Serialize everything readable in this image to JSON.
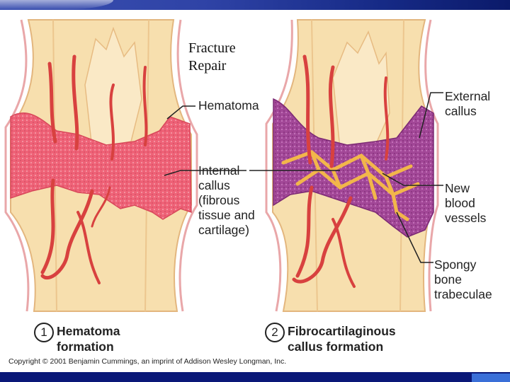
{
  "slide": {
    "title_line1": "Fracture",
    "title_line2": "Repair"
  },
  "labels": {
    "hematoma": "Hematoma",
    "internal_callus": [
      "Internal",
      "callus",
      "(fibrous",
      "tissue and",
      "cartilage)"
    ],
    "external_callus": [
      "External",
      "callus"
    ],
    "new_blood_vessels": [
      "New",
      "blood",
      "vessels"
    ],
    "spongy_bone": [
      "Spongy",
      "bone",
      "trabeculae"
    ]
  },
  "steps": [
    {
      "number": "1",
      "title_line1": "Hematoma",
      "title_line2": "formation"
    },
    {
      "number": "2",
      "title_line1": "Fibrocartilaginous",
      "title_line2": "callus formation"
    }
  ],
  "copyright": "Copyright © 2001 Benjamin Cummings, an imprint of Addison Wesley Longman, Inc.",
  "colors": {
    "bone": "#f7dfae",
    "bone_outline": "#e8b57a",
    "hematoma": "#ee5a6e",
    "vessel": "#d8413f",
    "callus": "#9b3a8e",
    "trabeculae": "#f2b64a",
    "theme_blue": "#1a2f98"
  }
}
